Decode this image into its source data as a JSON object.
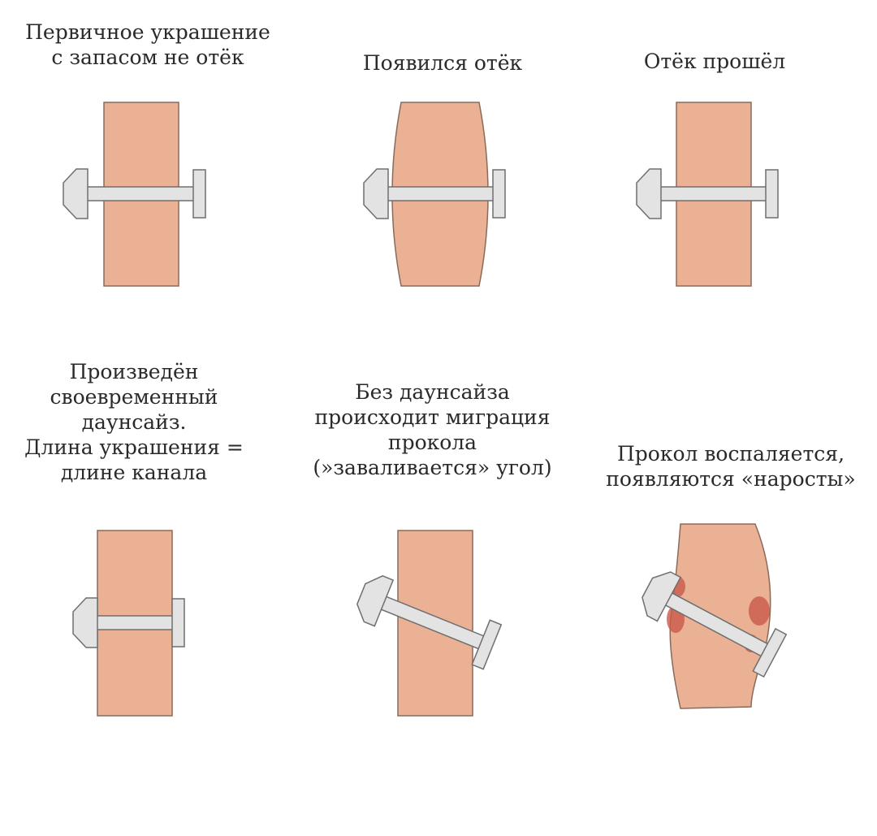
{
  "panels": [
    {
      "caption": "Первичное украшение\nс запасом не отёк"
    },
    {
      "caption": "Появился отёк"
    },
    {
      "caption": "Отёк прошёл"
    },
    {
      "caption": "Произведён\nсвоевременный\nдаунсайз.\nДлина украшения =\nдлине канала"
    },
    {
      "caption": "Без даунсайза\nпроисходит миграция\nпрокола\n(»заваливается» угол)"
    },
    {
      "caption": "Прокол воспаляется,\nпоявляются «наросты»"
    }
  ],
  "colors": {
    "tissue": "#eab194",
    "tissue_stroke": "#8a6a5a",
    "metal": "#e3e3e3",
    "metal_stroke": "#6f6f6f",
    "inflammation": "#c95a4a"
  }
}
